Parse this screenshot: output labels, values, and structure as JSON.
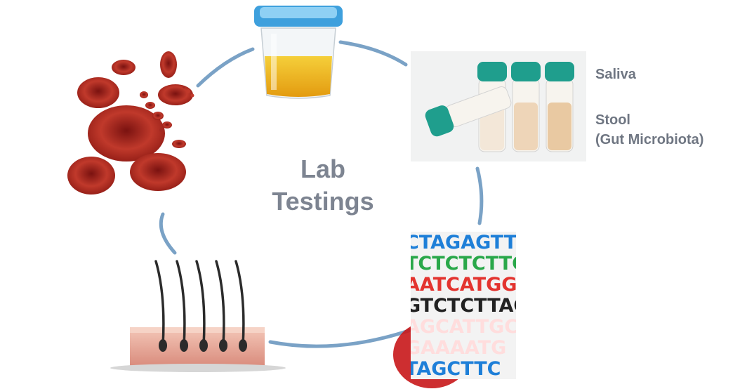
{
  "diagram": {
    "center_title_line1": "Lab",
    "center_title_line2": "Testings",
    "labels": {
      "saliva": "Saliva",
      "stool": "Stool",
      "stool_sub": "(Gut Microbiota)"
    },
    "nodes": [
      "blood-cells-image",
      "urine-sample-image",
      "saliva-stool-tubes-image",
      "dna-sequence-image",
      "hair-follicle-image"
    ],
    "dna_rows": [
      "CTAGAGTTCTA",
      "TCTCTCTTGCT",
      "AATCATGGCT",
      "GTCTCTTAG",
      "AGCATTGC",
      "GAAAATG",
      "TAGCTTC"
    ],
    "colors": {
      "ring": "#7aa2c6",
      "text": "#7d8491",
      "blood": "#b3261e",
      "urine": "#e8b51a",
      "lid_blue": "#3ea0dd",
      "tube_cap": "#1f9e8d"
    }
  }
}
